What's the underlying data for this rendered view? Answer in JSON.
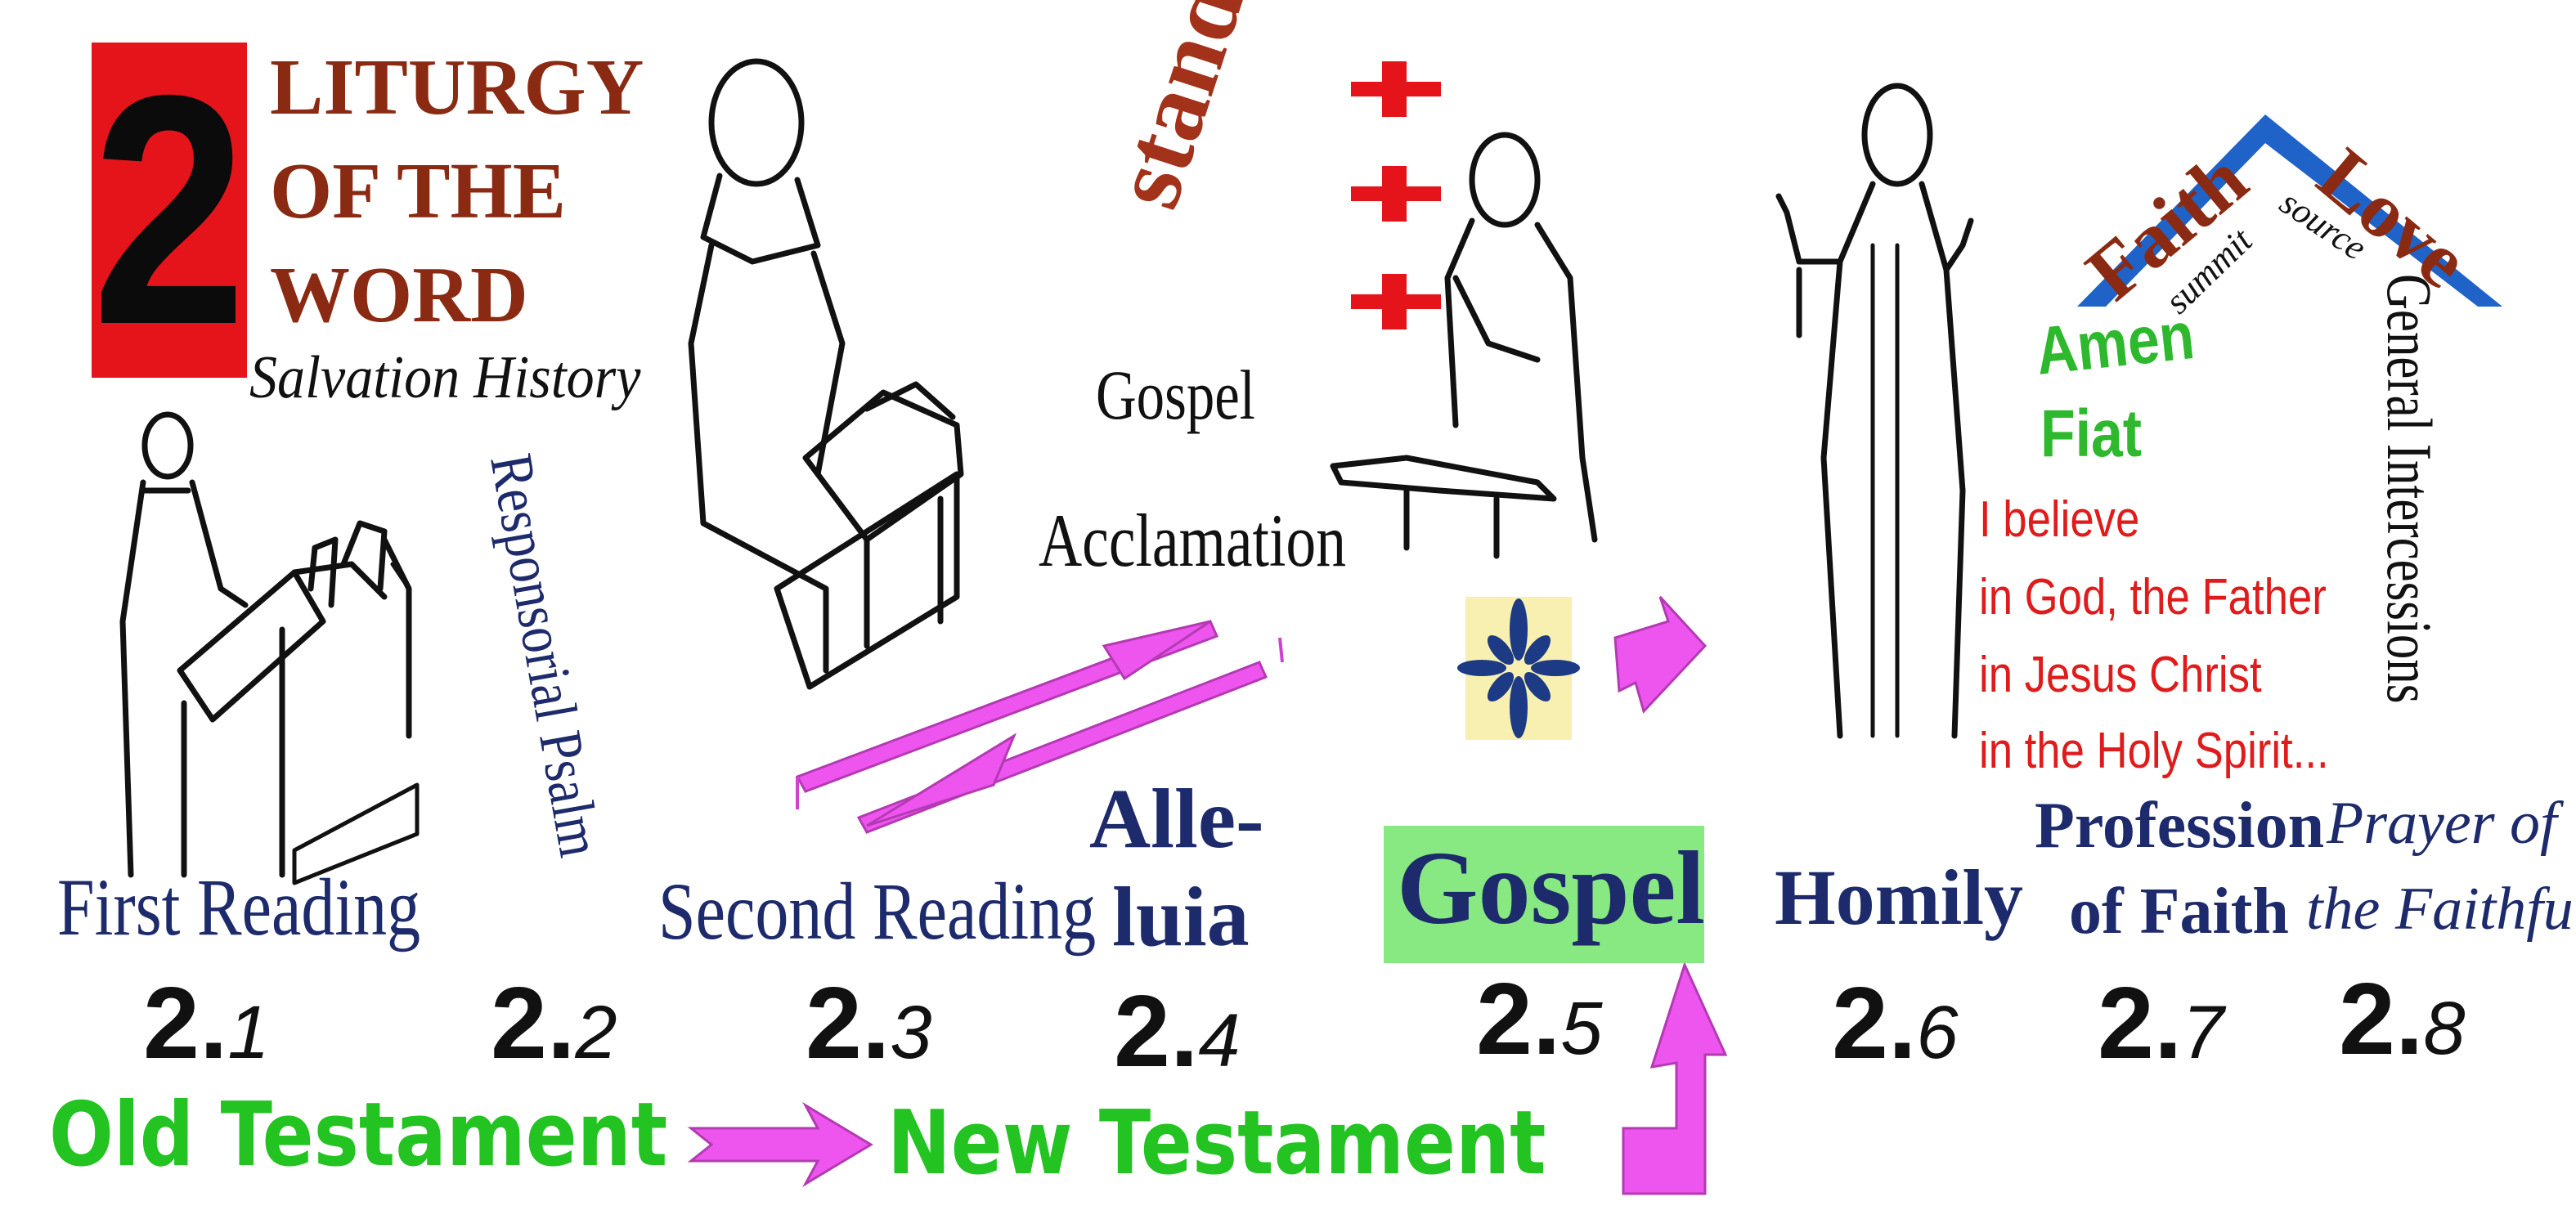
{
  "badge": {
    "number": "2",
    "background": "#e4141a"
  },
  "title": {
    "line1": "LITURGY",
    "line2": "OF THE",
    "line3": "WORD",
    "color": "#8b2a12"
  },
  "subtitle": "Salvation History",
  "stand": {
    "text": "stand",
    "color": "#a3321a",
    "cross_color": "#e4141a"
  },
  "acclamation": {
    "line1": "Gospel",
    "line2": "Acclamation"
  },
  "steps": [
    {
      "label": "First Reading",
      "num_main": "2.",
      "num_sub": "1"
    },
    {
      "label": "Responsorial Psalm",
      "num_main": "2.",
      "num_sub": "2"
    },
    {
      "label": "Second Reading",
      "num_main": "2.",
      "num_sub": "3"
    },
    {
      "label_line1": "Alle-",
      "label_line2": "luia",
      "num_main": "2.",
      "num_sub": "4"
    },
    {
      "label": "Gospel",
      "num_main": "2.",
      "num_sub": "5"
    },
    {
      "label": "Homily",
      "num_main": "2.",
      "num_sub": "6"
    },
    {
      "label_line1": "Profession",
      "label_line2": "of Faith",
      "num_main": "2.",
      "num_sub": "7"
    },
    {
      "label_line1": "Prayer of",
      "label_line2": "the Faithful",
      "num_main": "2.",
      "num_sub": "8"
    }
  ],
  "creed": {
    "amen": "Amen",
    "fiat": "Fiat",
    "lines": [
      "I believe",
      "in God, the Father",
      "in Jesus Christ",
      "in the Holy Spirit..."
    ],
    "creed_color": "#e01b1b",
    "amen_color": "#2db82d"
  },
  "roof": {
    "faith": "Faith",
    "love": "Love",
    "summit": "summit",
    "source": "source",
    "color": "#1f63c8",
    "word_color": "#8b2a12"
  },
  "intercessions": "General Intercessions",
  "testaments": {
    "old": "Old Testament",
    "new": "New Testament",
    "color": "#23c322"
  },
  "colors": {
    "navy": "#1d2a6b",
    "magenta": "#ee55ee",
    "gospel_box": "#88e882",
    "icon_bg": "#f7f0b0"
  }
}
